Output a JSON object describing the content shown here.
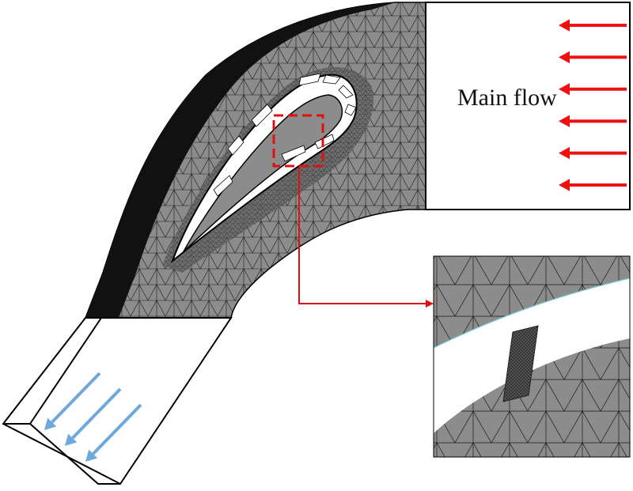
{
  "main_flow_label": "Main flow",
  "colors": {
    "mesh_fill": "#8c8c8c",
    "mesh_line": "#1a1a1a",
    "dense_mesh": "#111111",
    "inlet_arrow": "#ee1111",
    "outlet_arrow": "#6fa8dc",
    "zoom_marker": "#e01010",
    "domain_outline": "#000000",
    "wall_highlight": "#7fd3d8"
  },
  "icons": {
    "inlet_arrow": "left-arrow",
    "outlet_arrow": "down-left-arrow",
    "zoom_box": "dashed-rectangle"
  },
  "counts": {
    "inlet_arrows": 6,
    "outlet_arrows": 3
  }
}
